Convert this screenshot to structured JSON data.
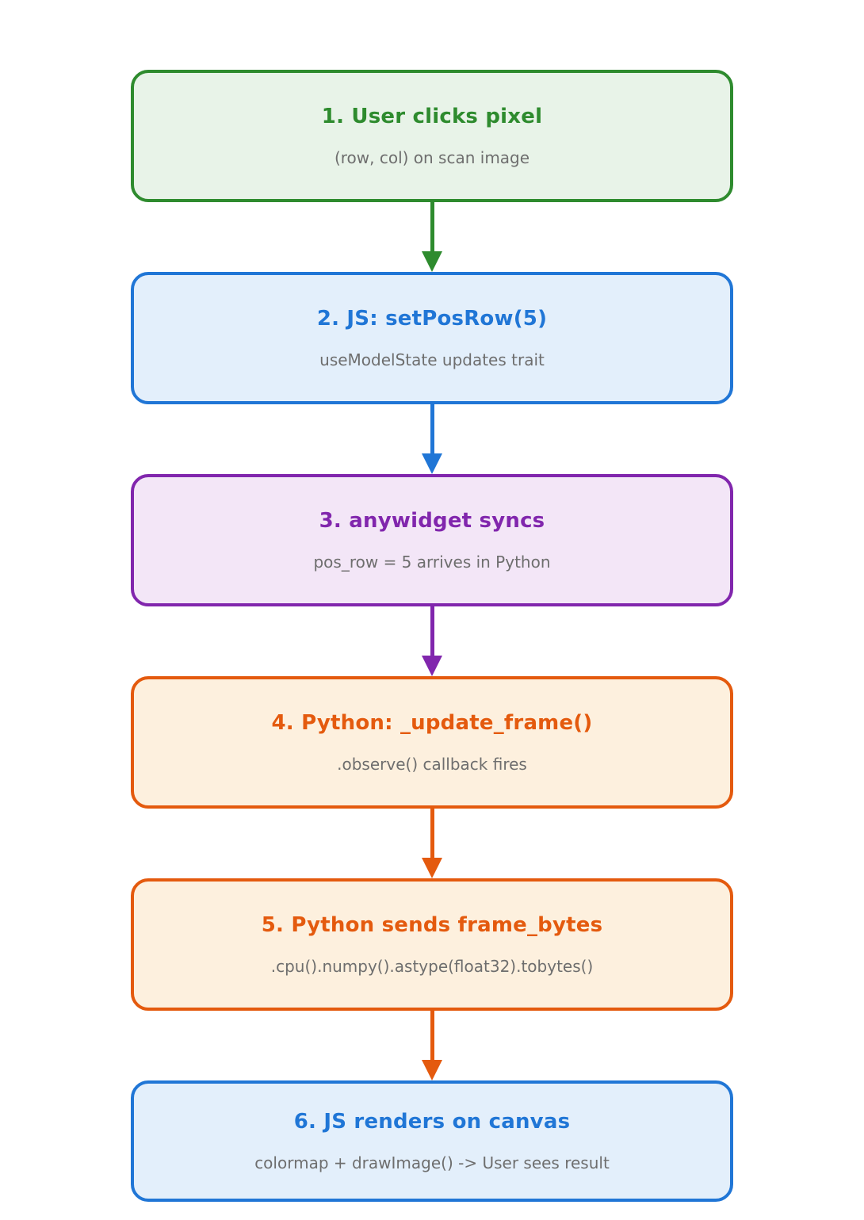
{
  "diagram": {
    "type": "flowchart",
    "background_color": "#ffffff",
    "subtitle_color": "#6e6e6e",
    "steps": [
      {
        "title": "1. User clicks pixel",
        "subtitle": "(row, col) on scan image",
        "border_color": "#2e8b2e",
        "bg_color": "#e8f3e8",
        "title_color": "#2e8b2e"
      },
      {
        "title": "2. JS: setPosRow(5)",
        "subtitle": "useModelState updates trait",
        "border_color": "#2076d6",
        "bg_color": "#e3effb",
        "title_color": "#2076d6"
      },
      {
        "title": "3. anywidget syncs",
        "subtitle": "pos_row = 5 arrives in Python",
        "border_color": "#8126ad",
        "bg_color": "#f3e6f7",
        "title_color": "#8126ad"
      },
      {
        "title": "4. Python: _update_frame()",
        "subtitle": ".observe() callback fires",
        "border_color": "#e45a0e",
        "bg_color": "#fdf0de",
        "title_color": "#e45a0e"
      },
      {
        "title": "5. Python sends frame_bytes",
        "subtitle": ".cpu().numpy().astype(float32).tobytes()",
        "border_color": "#e45a0e",
        "bg_color": "#fdf0de",
        "title_color": "#e45a0e"
      },
      {
        "title": "6. JS renders on canvas",
        "subtitle": "colormap + drawImage() -> User sees result",
        "border_color": "#2076d6",
        "bg_color": "#e3effb",
        "title_color": "#2076d6"
      }
    ],
    "arrows": [
      {
        "from": 1,
        "to": 2,
        "color": "#2e8b2e"
      },
      {
        "from": 2,
        "to": 3,
        "color": "#2076d6"
      },
      {
        "from": 3,
        "to": 4,
        "color": "#8126ad"
      },
      {
        "from": 4,
        "to": 5,
        "color": "#e45a0e"
      },
      {
        "from": 5,
        "to": 6,
        "color": "#e45a0e"
      }
    ]
  }
}
